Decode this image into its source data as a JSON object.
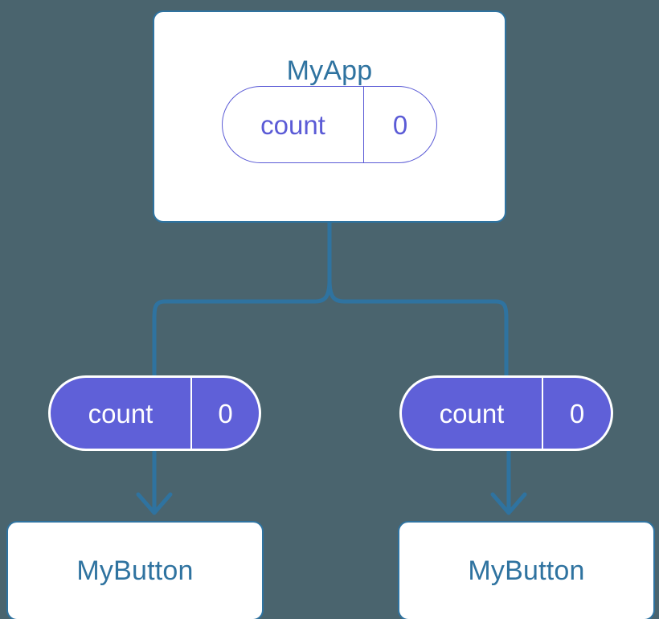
{
  "diagram": {
    "type": "component-tree",
    "title_text": "MyApp",
    "background_color": "#4a646e",
    "accent_color": "#2f73a0",
    "state_color": "#5f60d8",
    "nodes": {
      "root": {
        "name": "MyApp",
        "state": {
          "key": "count",
          "value": "0"
        }
      },
      "left_state": {
        "key": "count",
        "value": "0"
      },
      "right_state": {
        "key": "count",
        "value": "0"
      },
      "left_button": {
        "name": "MyButton"
      },
      "right_button": {
        "name": "MyButton"
      }
    },
    "edges": [
      {
        "from": "MyApp",
        "to": "left-state",
        "style": "elbow"
      },
      {
        "from": "MyApp",
        "to": "right-state",
        "style": "elbow"
      },
      {
        "from": "left-state",
        "to": "left-button",
        "style": "arrow"
      },
      {
        "from": "right-state",
        "to": "right-button",
        "style": "arrow"
      }
    ]
  }
}
